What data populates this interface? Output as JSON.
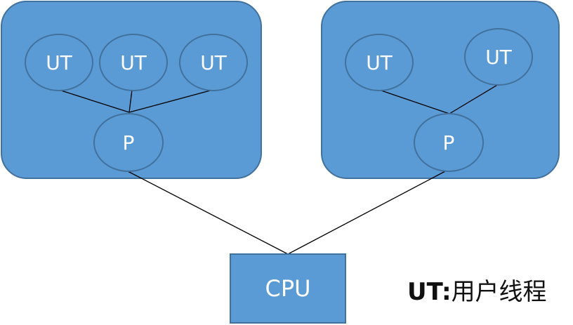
{
  "colors": {
    "fill": "#5b9bd5",
    "stroke": "#41719c",
    "line": "#000000",
    "text": "#ffffff"
  },
  "process_1": {
    "threads": [
      "UT",
      "UT",
      "UT"
    ],
    "process_label": "P"
  },
  "process_2": {
    "threads": [
      "UT",
      "UT"
    ],
    "process_label": "P"
  },
  "cpu": {
    "label": "CPU"
  },
  "legend": {
    "abbr": "UT",
    "separator": ":",
    "meaning": "用户线程"
  }
}
